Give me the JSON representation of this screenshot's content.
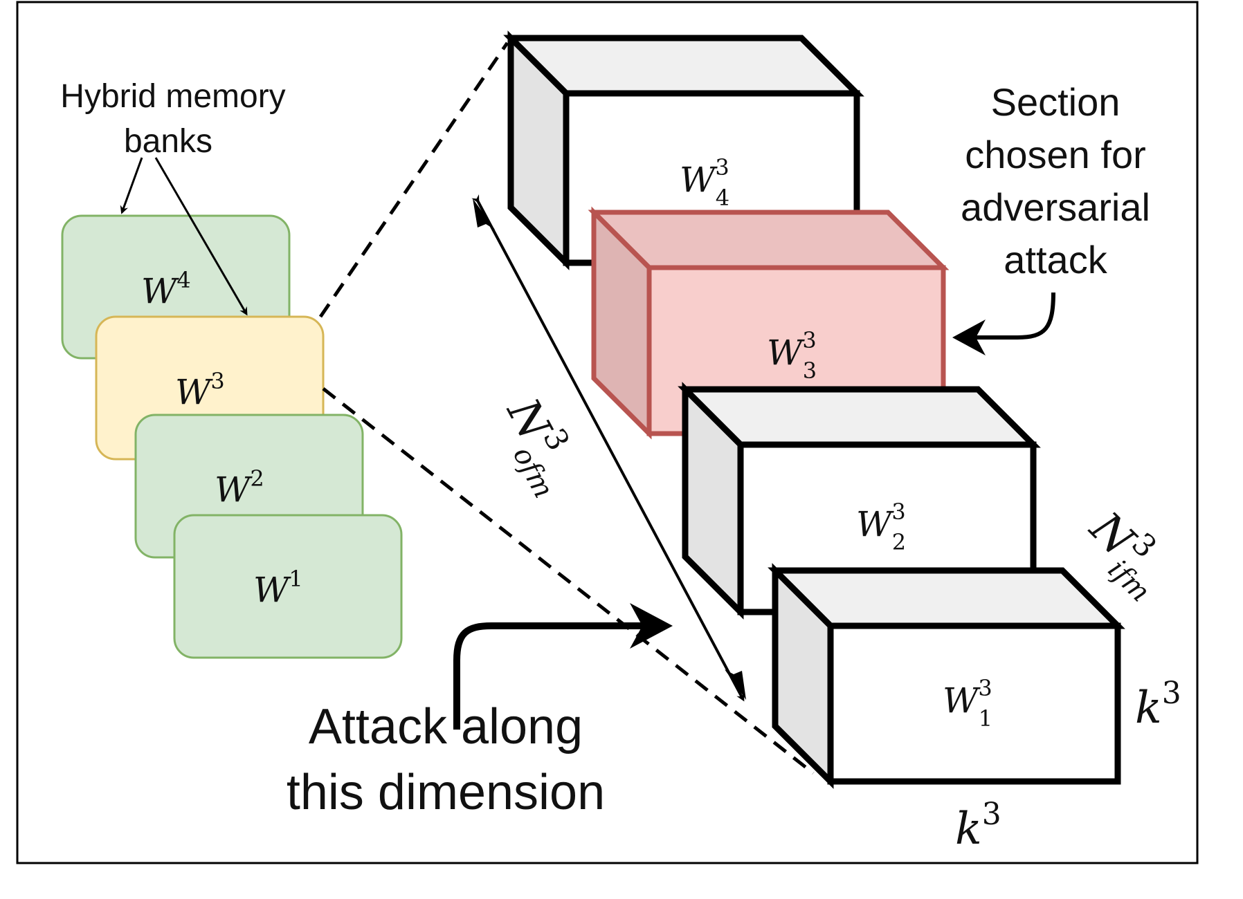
{
  "labels": {
    "hybrid_memory_line1": "Hybrid memory",
    "hybrid_memory_line2": "banks",
    "section_line1": "Section",
    "section_line2": "chosen for",
    "section_line3": "adversarial",
    "section_line4": "attack",
    "attack_line1": "Attack along",
    "attack_line2": "this dimension"
  },
  "banks": [
    {
      "base": "W",
      "sup": "4",
      "fill": "#d5e8d4",
      "stroke": "#82b366"
    },
    {
      "base": "W",
      "sup": "3",
      "fill": "#fff2cc",
      "stroke": "#d6b656"
    },
    {
      "base": "W",
      "sup": "2",
      "fill": "#d5e8d4",
      "stroke": "#82b366"
    },
    {
      "base": "W",
      "sup": "1",
      "fill": "#d5e8d4",
      "stroke": "#82b366"
    }
  ],
  "blocks": [
    {
      "base": "W",
      "sub": "4",
      "sup": "3",
      "highlighted": false
    },
    {
      "base": "W",
      "sub": "3",
      "sup": "3",
      "highlighted": true
    },
    {
      "base": "W",
      "sub": "2",
      "sup": "3",
      "highlighted": false
    },
    {
      "base": "W",
      "sub": "1",
      "sup": "3",
      "highlighted": false
    }
  ],
  "dimensions": {
    "ofm": {
      "base": "N",
      "sup": "3",
      "sub": "ofm"
    },
    "ifm": {
      "base": "N",
      "sup": "3",
      "sub": "ifm"
    },
    "k_right": {
      "base": "k",
      "sup": "3"
    },
    "k_bottom": {
      "base": "k",
      "sup": "3"
    }
  },
  "colors": {
    "highlight_fill": "#f8cecc",
    "highlight_top": "#ebc1c0",
    "highlight_side": "#deb4b3",
    "highlight_stroke": "#b85450",
    "block_top": "#f0f0f0",
    "block_side": "#e3e3e3"
  }
}
